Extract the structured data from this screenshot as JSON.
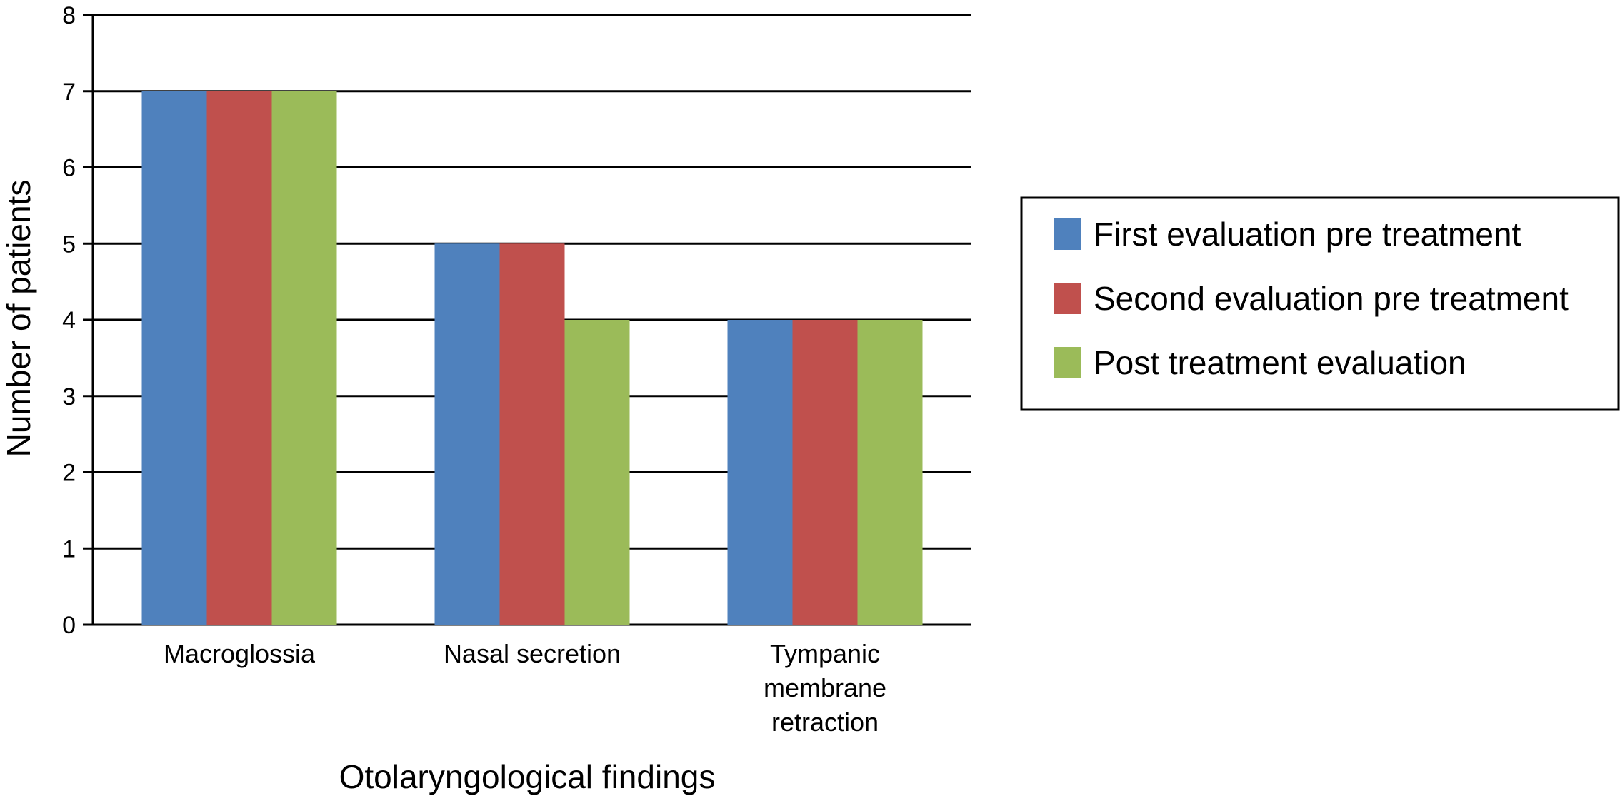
{
  "chart_data": {
    "type": "bar",
    "title": "",
    "xlabel": "Otolaryngological findings",
    "ylabel": "Number of patients",
    "categories": [
      [
        "Macroglossia"
      ],
      [
        "Nasal secretion"
      ],
      [
        "Tympanic",
        "membrane",
        "retraction"
      ]
    ],
    "series": [
      {
        "name": "First evaluation pre treatment",
        "color": "#4F81BD",
        "values": [
          7,
          5,
          4
        ]
      },
      {
        "name": "Second evaluation pre treatment",
        "color": "#C0504D",
        "values": [
          7,
          5,
          4
        ]
      },
      {
        "name": "Post treatment evaluation",
        "color": "#9BBB59",
        "values": [
          7,
          4,
          4
        ]
      }
    ],
    "ylim": [
      0,
      8
    ],
    "yticks": [
      0,
      1,
      2,
      3,
      4,
      5,
      6,
      7,
      8
    ],
    "grid": true,
    "legend": "right"
  }
}
